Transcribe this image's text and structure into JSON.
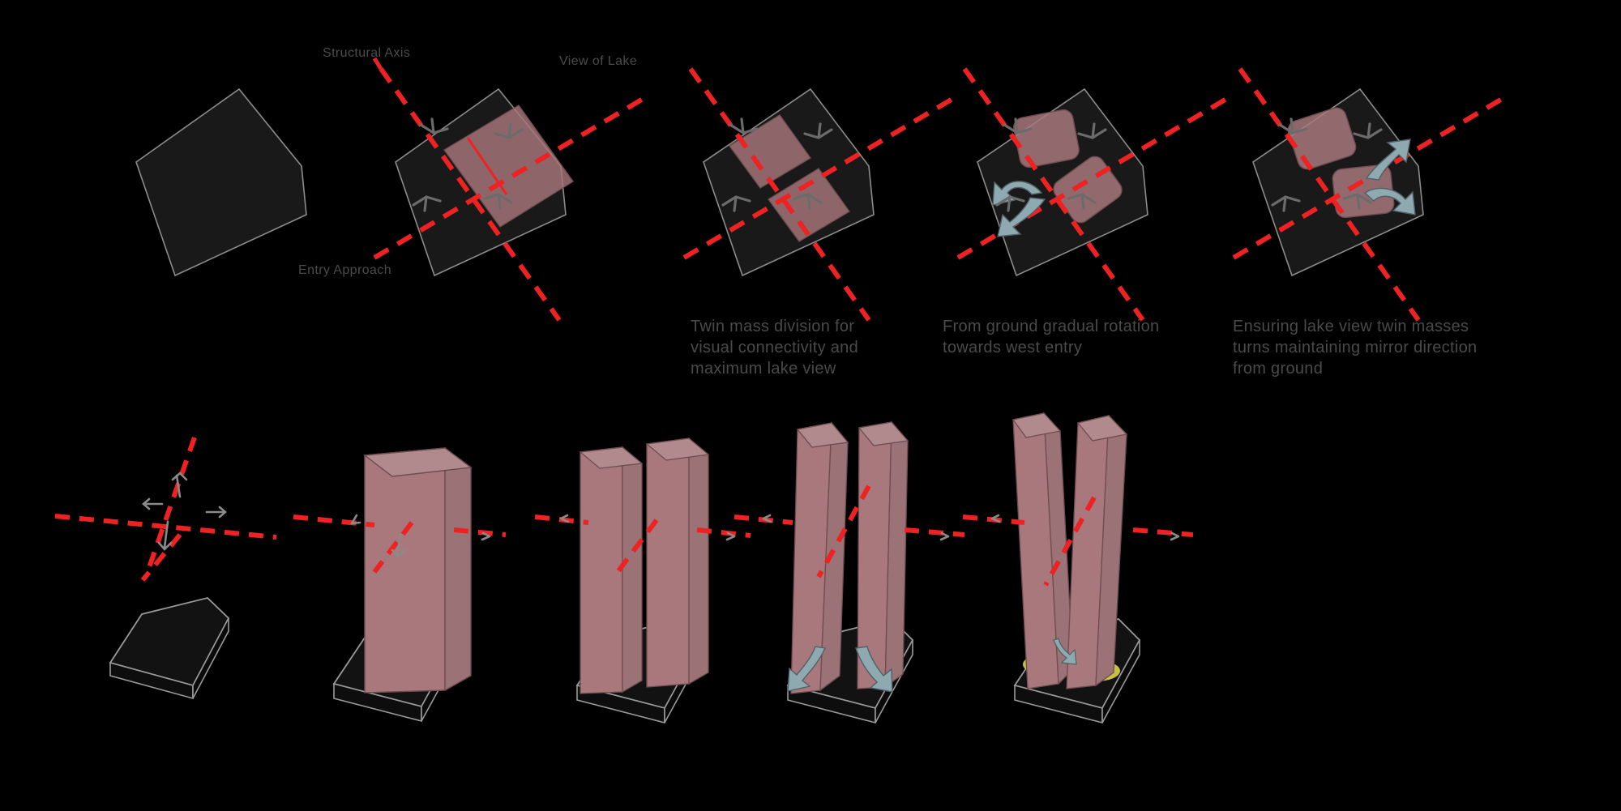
{
  "diagram": {
    "title": "Massing concept diagram - twin towers",
    "background_color": "#000000",
    "palette": {
      "site_fill": "#191919",
      "site_stroke": "#8c8c8c",
      "mass_fill": "#a8787c",
      "mass_stroke": "#6e4c50",
      "mass_light": "#b08a8c",
      "mass_dark": "#8e6166",
      "axis_red": "#ee2222",
      "rotation_arrow": "#8fa9b0",
      "rotation_arrow_stroke": "#4f6166",
      "footprint_yellow": "#e8e04a",
      "text_gray": "#4a4a4a"
    }
  },
  "annotations": {
    "structural_axis": "Structural Axis",
    "view_of_lake": "View of Lake",
    "entry_approach": "Entry Approach"
  },
  "top_row": {
    "panels": [
      {
        "id": "panel-1",
        "caption": ""
      },
      {
        "id": "panel-2",
        "caption": ""
      },
      {
        "id": "panel-3",
        "caption": "Twin mass division for\nvisual connectivity and\nmaximum lake view"
      },
      {
        "id": "panel-4",
        "caption": "From ground gradual rotation\ntowards west entry"
      },
      {
        "id": "panel-5",
        "caption": "Ensuring lake view twin masses\nturns maintaining mirror direction\nfrom ground"
      }
    ]
  },
  "bottom_row": {
    "panels": [
      {
        "id": "panel-6",
        "caption": ""
      },
      {
        "id": "panel-7",
        "caption": ""
      },
      {
        "id": "panel-8",
        "caption": ""
      },
      {
        "id": "panel-9",
        "caption": ""
      },
      {
        "id": "panel-10",
        "caption": ""
      }
    ]
  }
}
